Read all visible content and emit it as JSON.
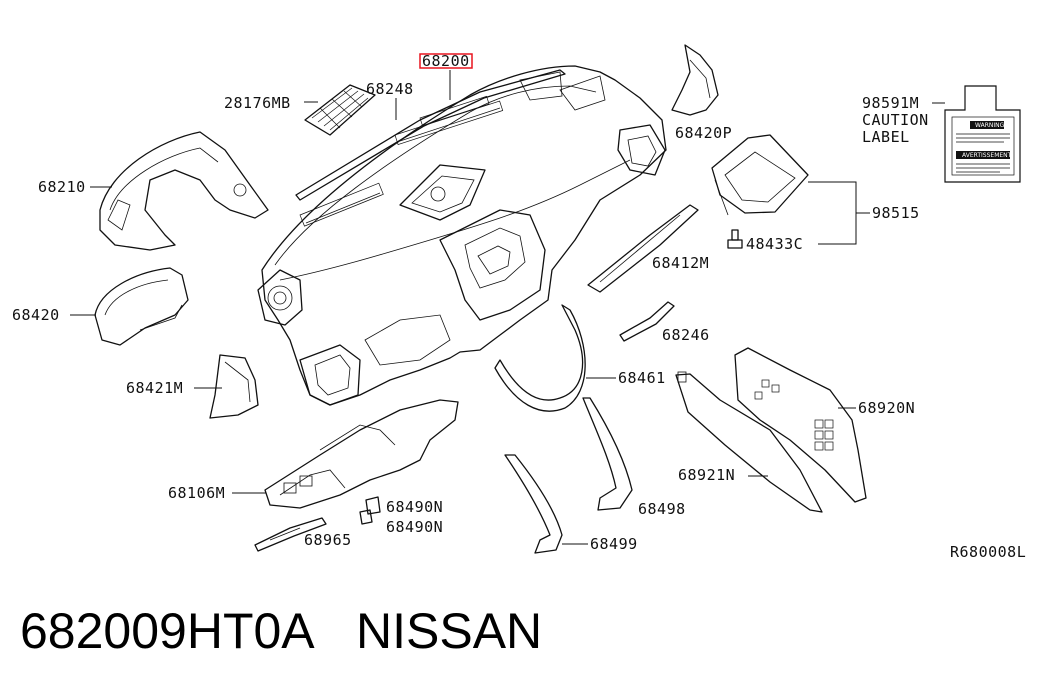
{
  "labels": {
    "p68200": "68200",
    "p28176mb": "28176MB",
    "p68248": "68248",
    "p68210": "68210",
    "p68420": "68420",
    "p68421m": "68421M",
    "p68106m": "68106M",
    "p68490n_a": "68490N",
    "p68490n_b": "68490N",
    "p68965": "68965",
    "p68420p": "68420P",
    "p98591m": "98591M",
    "caution": "CAUTION",
    "label": "LABEL",
    "p98515": "98515",
    "p48433c": "48433C",
    "p68412m": "68412M",
    "p68246": "68246",
    "p68461": "68461",
    "p68920n": "68920N",
    "p68921n": "68921N",
    "p68498": "68498",
    "p68499": "68499",
    "ref": "R680008L"
  },
  "caution_card": {
    "warning": "WARNING",
    "advertissement": "AVERTISSEMENT"
  },
  "footer": {
    "part_number": "682009HT0A",
    "brand": "NISSAN"
  },
  "highlight_color": "#e8141e"
}
